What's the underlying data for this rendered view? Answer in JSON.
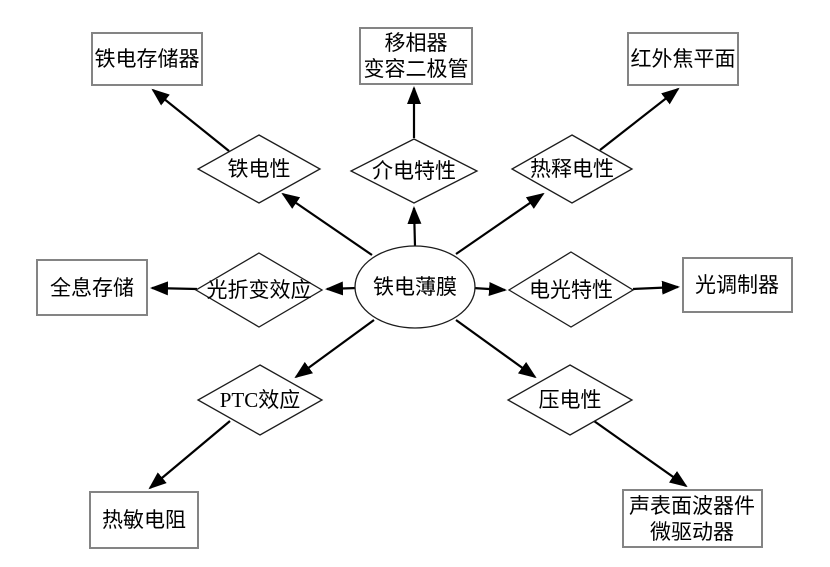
{
  "diagram": {
    "description": "Ferroelectric thin film properties and applications radial diagram",
    "center": {
      "id": "center",
      "label": "铁电薄膜",
      "shape": "ellipse"
    },
    "properties": [
      {
        "id": "ferroelectricity",
        "label": "铁电性",
        "shape": "diamond"
      },
      {
        "id": "dielectric",
        "label": "介电特性",
        "shape": "diamond"
      },
      {
        "id": "pyroelectric",
        "label": "热释电性",
        "shape": "diamond"
      },
      {
        "id": "photorefractive",
        "label": "光折变效应",
        "shape": "diamond"
      },
      {
        "id": "electro_optic",
        "label": "电光特性",
        "shape": "diamond"
      },
      {
        "id": "ptc",
        "label": "PTC效应",
        "shape": "diamond"
      },
      {
        "id": "piezoelectric",
        "label": "压电性",
        "shape": "diamond"
      }
    ],
    "applications": [
      {
        "id": "fram",
        "lines": [
          "铁电存储器"
        ],
        "shape": "rect"
      },
      {
        "id": "phase_shifter",
        "lines": [
          "移相器",
          "变容二极管"
        ],
        "shape": "rect"
      },
      {
        "id": "ir_focal_plane",
        "lines": [
          "红外焦平面"
        ],
        "shape": "rect"
      },
      {
        "id": "holographic",
        "lines": [
          "全息存储"
        ],
        "shape": "rect"
      },
      {
        "id": "optical_modulator",
        "lines": [
          "光调制器"
        ],
        "shape": "rect"
      },
      {
        "id": "thermistor",
        "lines": [
          "热敏电阻"
        ],
        "shape": "rect"
      },
      {
        "id": "saw",
        "lines": [
          "声表面波器件",
          "微驱动器"
        ],
        "shape": "rect"
      }
    ],
    "edges": [
      {
        "from": "center",
        "to": "ferroelectricity"
      },
      {
        "from": "center",
        "to": "dielectric"
      },
      {
        "from": "center",
        "to": "pyroelectric"
      },
      {
        "from": "center",
        "to": "photorefractive"
      },
      {
        "from": "center",
        "to": "electro_optic"
      },
      {
        "from": "center",
        "to": "ptc"
      },
      {
        "from": "center",
        "to": "piezoelectric"
      },
      {
        "from": "ferroelectricity",
        "to": "fram"
      },
      {
        "from": "dielectric",
        "to": "phase_shifter"
      },
      {
        "from": "pyroelectric",
        "to": "ir_focal_plane"
      },
      {
        "from": "photorefractive",
        "to": "holographic"
      },
      {
        "from": "electro_optic",
        "to": "optical_modulator"
      },
      {
        "from": "ptc",
        "to": "thermistor"
      },
      {
        "from": "piezoelectric",
        "to": "saw"
      }
    ]
  },
  "colors": {
    "background": "#ffffff",
    "line": "#000000",
    "shape_border": "#1c1c1c",
    "box_border": "#848484",
    "text": "#000000"
  }
}
